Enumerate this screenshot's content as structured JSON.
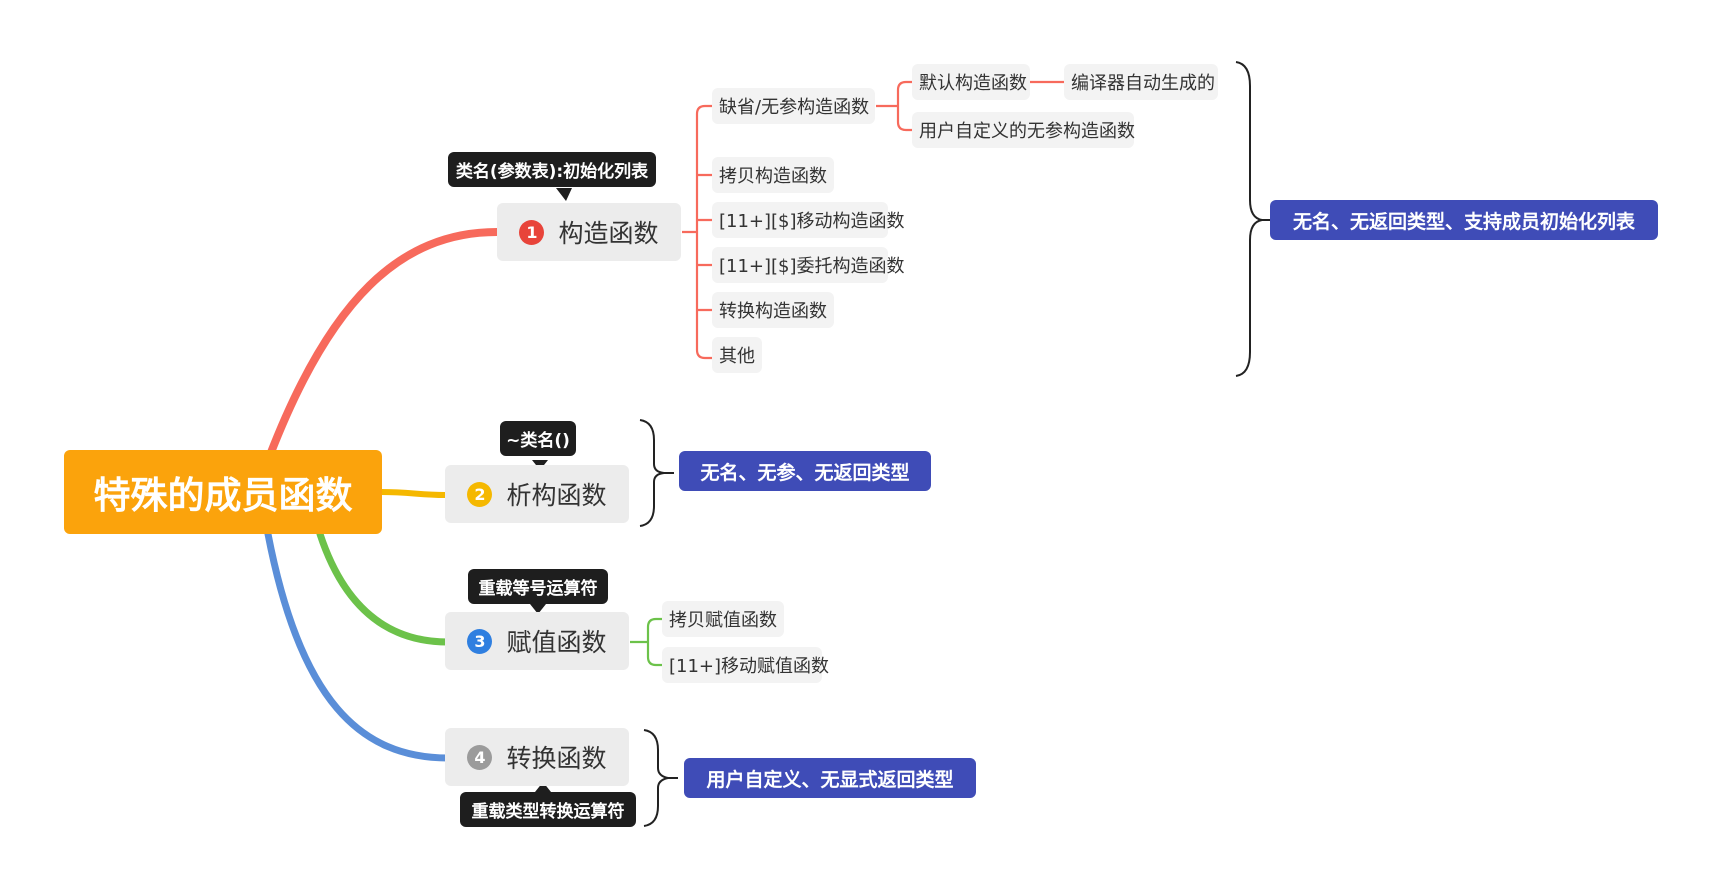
{
  "root": {
    "label": "特殊的成员函数"
  },
  "branches": [
    {
      "number": "1",
      "label": "构造函数",
      "color": "#f76a5c",
      "tooltip": "类名(参数表):初始化列表",
      "children": [
        {
          "label": "缺省/无参构造函数",
          "children": [
            {
              "label": "默认构造函数",
              "children": [
                {
                  "label": "编译器自动生成的"
                }
              ]
            },
            {
              "label": "用户自定义的无参构造函数"
            }
          ]
        },
        {
          "label": "拷贝构造函数"
        },
        {
          "label": "[11+][$]移动构造函数"
        },
        {
          "label": "[11+][$]委托构造函数"
        },
        {
          "label": "转换构造函数"
        },
        {
          "label": "其他"
        }
      ],
      "summary": "无名、无返回类型、支持成员初始化列表"
    },
    {
      "number": "2",
      "label": "析构函数",
      "color": "#f5b800",
      "tooltip": "~类名()",
      "children": [],
      "summary": "无名、无参、无返回类型"
    },
    {
      "number": "3",
      "label": "赋值函数",
      "color": "#6cc24a",
      "tooltip": "重载等号运算符",
      "children": [
        {
          "label": "拷贝赋值函数"
        },
        {
          "label": "[11+]移动赋值函数"
        }
      ],
      "summary": ""
    },
    {
      "number": "4",
      "label": "转换函数",
      "color": "#5a8ed8",
      "tooltip": "重载类型转换运算符",
      "children": [],
      "summary": "用户自定义、无显式返回类型"
    }
  ],
  "colors": {
    "root": "#fba30c",
    "tooltip": "#1e1e1e",
    "summary": "#3f4cb7",
    "num1": "#e8443a",
    "num2": "#f5b800",
    "num3": "#2f7fe0",
    "num4": "#9b9b9b"
  }
}
